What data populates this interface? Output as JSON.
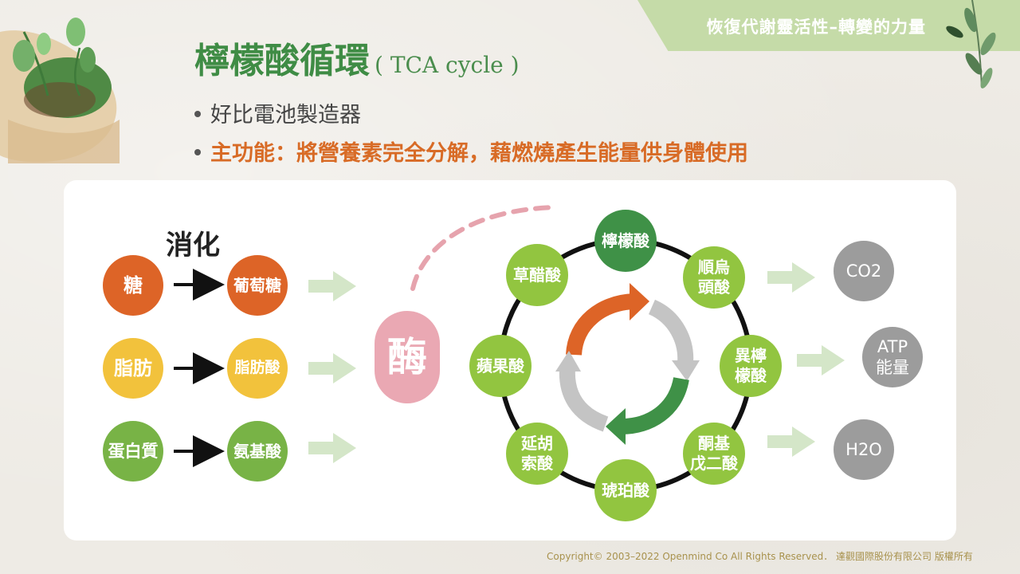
{
  "banner": {
    "text": "恢復代謝靈活性–轉變的力量"
  },
  "title": {
    "main": "檸檬酸循環",
    "sub": "( TCA cycle )"
  },
  "bullets": [
    {
      "text": "好比電池製造器",
      "color": "#444444"
    },
    {
      "text": "主功能：將營養素完全分解，藉燃燒產生能量供身體使用",
      "color": "#d86b26"
    }
  ],
  "digestion": {
    "label": "消化",
    "rows": [
      {
        "source": "糖",
        "product": "葡萄糖",
        "color": "#dd6427"
      },
      {
        "source": "脂肪",
        "product": "脂肪酸",
        "color": "#f2c23c"
      },
      {
        "source": "蛋白質",
        "product": "氨基酸",
        "color": "#78b346"
      }
    ]
  },
  "enzyme": {
    "label": "酶",
    "color": "#eaa8b3"
  },
  "cycle": {
    "nodes": [
      {
        "label": "檸檬酸",
        "color": "#3f9147"
      },
      {
        "label": "順烏頭酸",
        "color": "#92c540"
      },
      {
        "label": "異檸檬酸",
        "color": "#92c540"
      },
      {
        "label": "酮基戊二酸",
        "color": "#92c540"
      },
      {
        "label": "琥珀酸",
        "color": "#92c540"
      },
      {
        "label": "延胡索酸",
        "color": "#92c540"
      },
      {
        "label": "蘋果酸",
        "color": "#92c540"
      },
      {
        "label": "草醋酸",
        "color": "#92c540"
      }
    ],
    "node_lines": {
      "n1a": "順烏",
      "n1b": "頭酸",
      "n2a": "異檸",
      "n2b": "檬酸",
      "n3a": "酮基",
      "n3b": "戊二酸",
      "n5a": "延胡",
      "n5b": "索酸"
    }
  },
  "outputs": [
    {
      "label": "CO2",
      "color": "#9c9c9c"
    },
    {
      "label": "ATP能量",
      "line1": "ATP",
      "line2": "能量",
      "color": "#9c9c9c"
    },
    {
      "label": "H2O",
      "color": "#9c9c9c"
    }
  ],
  "colors": {
    "brand_green": "#3f8c45",
    "accent_orange": "#d86b26",
    "arrow_light_green": "#d4e6c8"
  },
  "footer": {
    "copyright": "Copyright© 2003–2022 Openmind Co All Rights Reserved． 達觀國際股份有限公司 版權所有"
  }
}
